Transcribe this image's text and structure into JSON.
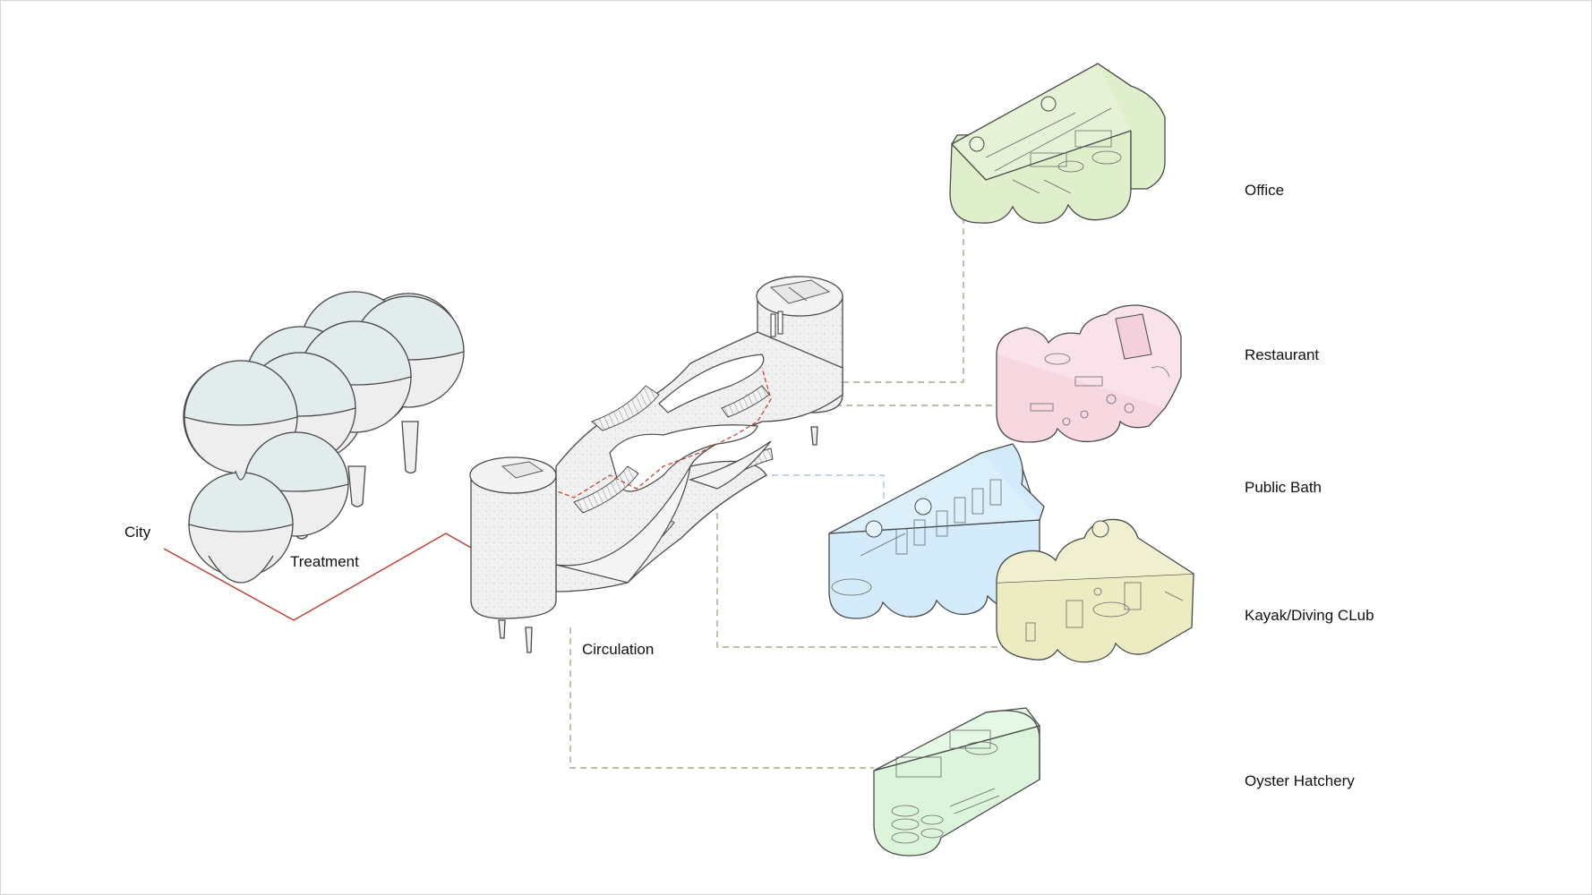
{
  "labels": {
    "city": "City",
    "treatment": "Treatment",
    "circulation": "Circulation",
    "office": "Office",
    "restaurant": "Restaurant",
    "public_bath": "Public Bath",
    "kayak": "Kayak/Diving CLub",
    "oyster": "Oyster Hatchery"
  },
  "colors": {
    "city_line": "#c0392b",
    "dashed_line": "#a7a788",
    "office": "#dfeecb",
    "restaurant": "#f7d8e1",
    "public_bath": "#d3ebfb",
    "kayak": "#ecebc2",
    "oyster": "#dcf3dc",
    "sphere_top": "#e3ecec",
    "sphere_bottom": "#eeeeee"
  }
}
